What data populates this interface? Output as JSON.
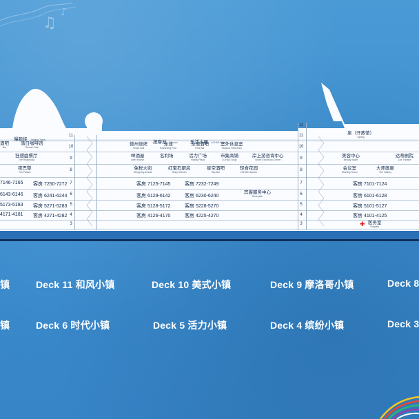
{
  "deck_numbers": {
    "left_col": [
      "11",
      "10",
      "9",
      "8",
      "7",
      "6",
      "5",
      "4",
      "3"
    ],
    "mid_col": [
      "12",
      "11",
      "10",
      "9",
      "8",
      "7",
      "6",
      "5",
      "4",
      "3"
    ]
  },
  "venues": {
    "jogging_track": {
      "zh": "慢跑径",
      "en": "Jogging Track"
    },
    "sunset_bar": {
      "zh": "落日咖啡馆",
      "en": "Sunset Cafe"
    },
    "bar_left": {
      "zh": "酒吧",
      "en": "Bar"
    },
    "rhapsody": {
      "zh": "狂想曲餐厅",
      "en": "The Rhapsody"
    },
    "palace": {
      "zh": "夜巴黎",
      "en": "The Palace"
    },
    "jacuzzi": {
      "zh": "按摩池",
      "en": "Jacuzzi"
    },
    "lohas_hub": {
      "zh": "乐活小居",
      "en": "LOHAS Hub"
    },
    "texas_grill": {
      "zh": "德州烧烤",
      "en": "Texas Grill"
    },
    "swimming_pool": {
      "zh": "泳池",
      "en": "Swimming Pool"
    },
    "pool_bar": {
      "zh": "泳池酒吧",
      "en": "Pool Bar"
    },
    "outdoor_rest": {
      "zh": "室外休息室",
      "en": "Outdoor Rest Area"
    },
    "beer_house": {
      "zh": "啤酒屋",
      "en": "Beer House"
    },
    "fame_field": {
      "zh": "名利场",
      "en": "Vanity Fair"
    },
    "vitality_plaza": {
      "zh": "活力广场",
      "en": "Vitality Plaza"
    },
    "lohas_shop": {
      "zh": "市集商铺",
      "en": "LOHAS Shop"
    },
    "shore_excursion": {
      "zh": "岸上游咨询中心",
      "en": "Shore Excursion Center"
    },
    "shopping_arcade": {
      "zh": "免税大街",
      "en": "Shopping Arcade"
    },
    "ruby_kitchen": {
      "zh": "红宝石厨房",
      "en": "Ruby Kitchen"
    },
    "sky_bar": {
      "zh": "星空酒吧",
      "en": "Sky Bar"
    },
    "lohas_garden": {
      "zh": "轻食花园",
      "en": "LOHAS Garden"
    },
    "reception": {
      "zh": "宾客服务中心",
      "en": "Reception"
    },
    "spring": {
      "zh": "泉（汗蒸馆）",
      "en": "Spring"
    },
    "beauty_salon": {
      "zh": "美容中心",
      "en": "Beauty Salon"
    },
    "zoe_theatre": {
      "zh": "达蒂剧院",
      "en": "Zoe Theatre"
    },
    "meeting_room": {
      "zh": "会议室",
      "en": "Meeting Room"
    },
    "gallery": {
      "zh": "大师画廊",
      "en": "The Gallery"
    },
    "hospital": {
      "zh": "医务室",
      "en": "Hospital"
    }
  },
  "cabins": {
    "l7": "7146-7165",
    "l7b": "客房 7250-7272",
    "l6": "6143-6146",
    "l6b": "客房 6241-6244",
    "l5": "5173-5183",
    "l5b": "客房 5271-5283",
    "l4": "4171-4181",
    "l4b": "客房 4271-4282",
    "m7a": "客房 7125-7145",
    "m7b": "客房 7232-7249",
    "m6a": "客房 6129-6142",
    "m6b": "客房 6230-6240",
    "m5a": "客房 5128-5172",
    "m5b": "客房 5228-5270",
    "m4a": "客房 4126-4170",
    "m4b": "客房 4225-4270",
    "r7": "客房 7101-7124",
    "r6": "客房 6101-6128",
    "r5": "客房 5101-5127",
    "r4": "客房 4101-4125"
  },
  "deck_labels": {
    "row1": [
      "镇",
      "Deck 11 和风小镇",
      "Deck 10 美式小镇",
      "Deck 9 摩洛哥小镇",
      "Deck 8"
    ],
    "row2": [
      "镇",
      "Deck 6 时代小镇",
      "Deck 5 活力小镇",
      "Deck 4 缤纷小镇",
      "Deck 3"
    ]
  },
  "colors": {
    "background": "#3d8fcf",
    "hull": "#fafcff",
    "hull_stripe": "#2a6fb5",
    "text": "#13294a",
    "label": "#ffffff",
    "hospital_cross": "#e02020"
  }
}
